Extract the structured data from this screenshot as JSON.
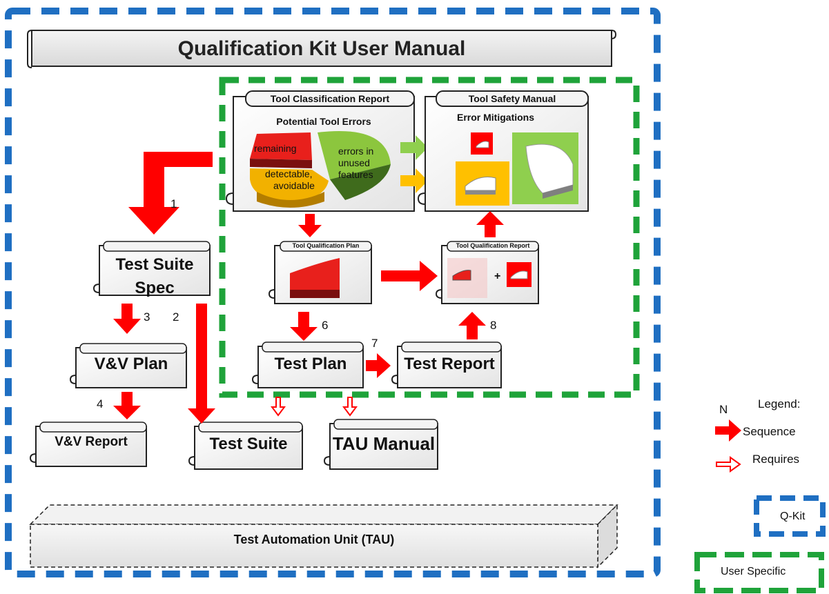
{
  "manual": {
    "title": "Qualification Kit User Manual"
  },
  "classification_report": {
    "title": "Tool Classification Report",
    "heading": "Potential Tool Errors",
    "slices": [
      "remaining",
      "detectable,",
      "avoidable",
      "errors in",
      "unused",
      "features"
    ]
  },
  "safety_manual": {
    "title": "Tool Safety Manual",
    "heading": "Error Mitigations"
  },
  "qualification_plan": {
    "title": "Tool Qualification Plan"
  },
  "qualification_report": {
    "title": "Tool Qualification Report",
    "plus": "+"
  },
  "documents": {
    "test_suite_spec_line1": "Test Suite",
    "test_suite_spec_line2": "Spec",
    "vv_plan": "V&V Plan",
    "vv_report": "V&V Report",
    "test_suite": "Test Suite",
    "tau_manual": "TAU Manual",
    "test_plan": "Test Plan",
    "test_report": "Test Report",
    "tau": "Test Automation Unit (TAU)"
  },
  "steps": [
    "1",
    "2",
    "3",
    "4",
    "6",
    "7",
    "8"
  ],
  "legend": {
    "title": "Legend:",
    "n": "N",
    "sequence": "Sequence",
    "requires": "Requires",
    "qkit": "Q-Kit",
    "user_specific": "User Specific"
  },
  "colors": {
    "qkit_border": "#1f6fc2",
    "user_border": "#1fa33a",
    "arrow": "#ff0000",
    "pie_red": "#e8201c",
    "pie_yellow": "#f2b100",
    "pie_green": "#8cc63e",
    "mitigation_red": "#ff0000",
    "mitigation_yellow": "#ffc000",
    "mitigation_green": "#8fcf4e",
    "arrow_green": "#8fcf4e",
    "arrow_yellow": "#ffc000"
  }
}
